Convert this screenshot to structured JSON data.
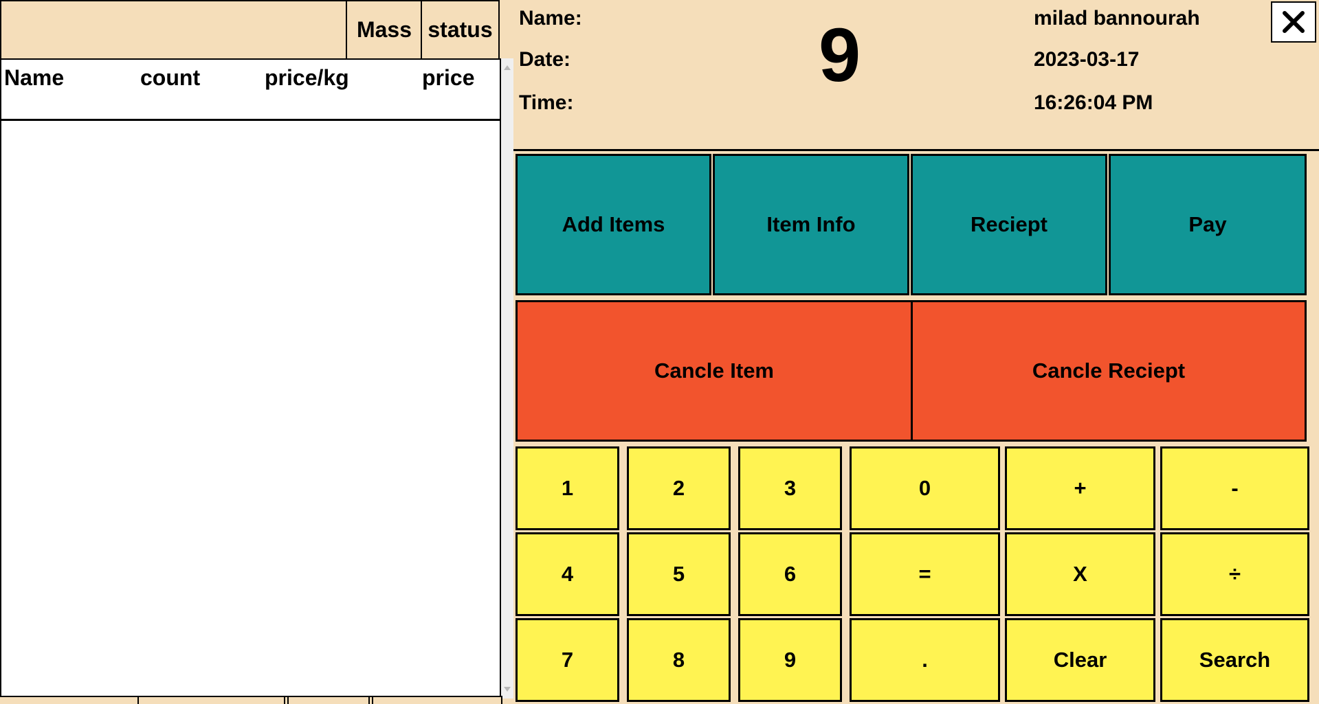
{
  "top_header": {
    "mass_label": "Mass",
    "status_label": "status"
  },
  "list": {
    "columns": [
      "Name",
      "count",
      "price/kg",
      "price"
    ]
  },
  "info": {
    "name_label": "Name:",
    "date_label": "Date:",
    "time_label": "Time:",
    "name_value": "milad bannourah",
    "date_value": "2023-03-17",
    "time_value": "16:26:04 PM",
    "big_number": "9"
  },
  "close": {
    "icon": "close-icon"
  },
  "actions": {
    "add_items": "Add Items",
    "item_info": "Item Info",
    "reciept": "Reciept",
    "pay": "Pay"
  },
  "cancel": {
    "cancel_item": "Cancle Item",
    "cancel_reciept": "Cancle Reciept"
  },
  "keypad": [
    [
      "1",
      "2",
      "3",
      "0",
      "+",
      "-"
    ],
    [
      "4",
      "5",
      "6",
      "=",
      "X",
      "÷"
    ],
    [
      "7",
      "8",
      "9",
      ".",
      "Clear",
      "Search"
    ]
  ],
  "colors": {
    "background": "#F5DEBA",
    "teal": "#119696",
    "red": "#F2542D",
    "yellow": "#FFF352"
  }
}
